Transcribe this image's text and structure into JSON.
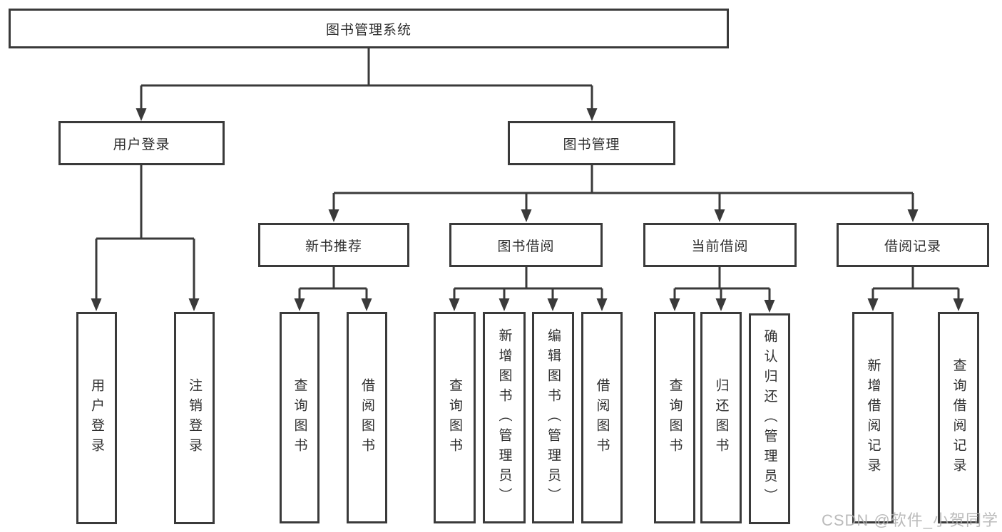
{
  "diagram": {
    "title": "图书管理系统",
    "level2": [
      {
        "label": "用户登录",
        "leaves": [
          "用户登录",
          "注销登录"
        ]
      },
      {
        "label": "图书管理",
        "children": [
          {
            "label": "新书推荐",
            "leaves": [
              "查询图书",
              "借阅图书"
            ]
          },
          {
            "label": "图书借阅",
            "leaves": [
              "查询图书",
              "新增图书（管理员）",
              "编辑图书（管理员）",
              "借阅图书"
            ]
          },
          {
            "label": "当前借阅",
            "leaves": [
              "查询图书",
              "归还图书",
              "确认归还（管理员）"
            ]
          },
          {
            "label": "借阅记录",
            "leaves": [
              "新增借阅记录",
              "查询借阅记录"
            ]
          }
        ]
      }
    ]
  },
  "watermark": "CSDN @软件_小贺同学",
  "colors": {
    "line": "#3a3a3a",
    "box_border": "#3a3a3a",
    "text": "#2f2f2f",
    "background": "#ffffff",
    "watermark": "#afafaf"
  }
}
